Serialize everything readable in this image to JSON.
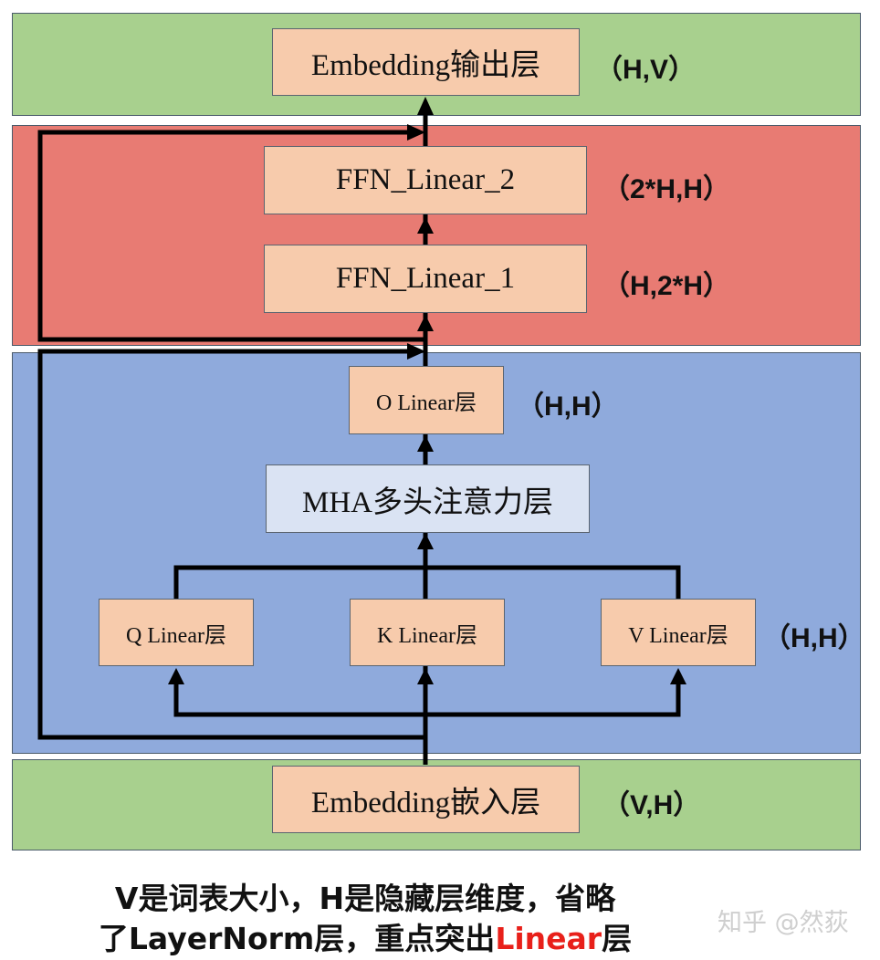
{
  "output_layer": {
    "label": "Embedding输出层",
    "dim": "（H,V）"
  },
  "ffn2": {
    "label": "FFN_Linear_2",
    "dim": "（2*H,H）"
  },
  "ffn1": {
    "label": "FFN_Linear_1",
    "dim": "（H,2*H）"
  },
  "o_linear": {
    "label": "O Linear层",
    "dim": "（H,H）"
  },
  "mha": {
    "label": "MHA多头注意力层"
  },
  "q_linear": {
    "label": "Q Linear层"
  },
  "k_linear": {
    "label": "K Linear层"
  },
  "v_linear": {
    "label": "V Linear层"
  },
  "qkv_dim": "（H,H）",
  "input_layer": {
    "label": "Embedding嵌入层",
    "dim": "（V,H）"
  },
  "caption": {
    "line1": "V是词表大小，H是隐藏层维度，省略",
    "line2_prefix": "了LayerNorm层，重点突出",
    "line2_highlight": "Linear",
    "line2_suffix": "层"
  },
  "watermark": "知乎 @然荻",
  "colors": {
    "green_band": "#a8d08e",
    "red_band": "#e87b73",
    "blue_band": "#8faadc",
    "box_peach": "#f7cbac",
    "box_light_blue": "#dae3f3",
    "highlight_red": "#e8201a"
  }
}
